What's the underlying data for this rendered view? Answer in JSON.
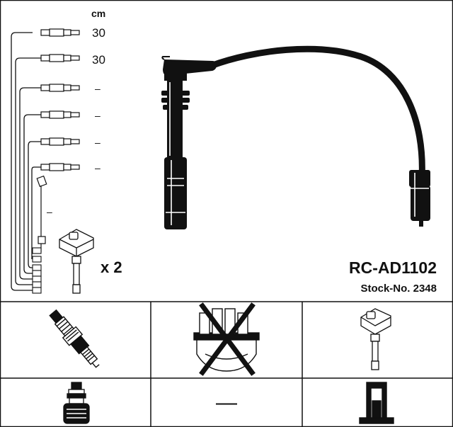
{
  "header": {
    "unit_label": "cm",
    "part_number": "RC-AD1102",
    "stock_number": "Stock-No. 2348",
    "quantity": "x 2"
  },
  "cable_lengths": [
    "30",
    "30",
    "–",
    "–",
    "–",
    "–"
  ],
  "coil_lead_length": "–",
  "grid": {
    "cells": [
      {
        "id": "spark-plug",
        "crossed": false
      },
      {
        "id": "distributor-cap",
        "crossed": true
      },
      {
        "id": "ignition-coil",
        "crossed": false
      },
      {
        "id": "plug-boot",
        "crossed": false
      },
      {
        "id": "no-part",
        "value": "—"
      },
      {
        "id": "coil-tower",
        "crossed": false
      }
    ]
  },
  "colors": {
    "ink": "#111111",
    "background": "#ffffff"
  }
}
